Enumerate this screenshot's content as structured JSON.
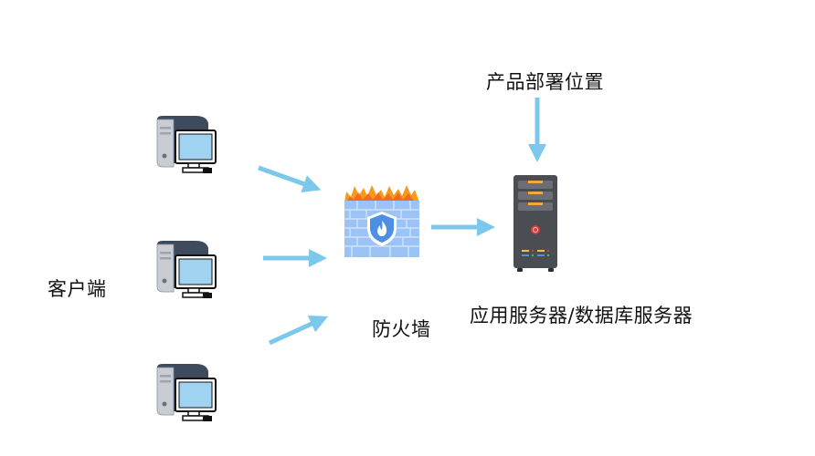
{
  "diagram": {
    "labels": {
      "clients": "客户端",
      "firewall": "防火墙",
      "server": "应用服务器/数据库服务器",
      "deployment": "产品部署位置"
    },
    "nodes": [
      {
        "id": "client-1",
        "type": "computer-icon"
      },
      {
        "id": "client-2",
        "type": "computer-icon"
      },
      {
        "id": "client-3",
        "type": "computer-icon"
      },
      {
        "id": "firewall",
        "type": "firewall-icon"
      },
      {
        "id": "server",
        "type": "server-tower-icon"
      }
    ],
    "edges": [
      {
        "from": "client-1",
        "to": "firewall"
      },
      {
        "from": "client-2",
        "to": "firewall"
      },
      {
        "from": "client-3",
        "to": "firewall"
      },
      {
        "from": "firewall",
        "to": "server"
      },
      {
        "from": "deployment-label",
        "to": "server"
      }
    ],
    "colors": {
      "arrow": "#7cc8ec",
      "screen": "#9fd3ef",
      "tower_front": "#c9ccd3",
      "tower_side": "#3d4b5c",
      "wall": "#9cc3f5",
      "wall_line": "#cfe2fb",
      "flame_outer": "#f59a1b",
      "flame_inner": "#f46b1f",
      "shield": "#4d8fe3",
      "server_body": "#4a4d52",
      "server_bay": "#6b6f75",
      "server_led": "#f0a93a",
      "power_button": "#d93b3b"
    }
  }
}
